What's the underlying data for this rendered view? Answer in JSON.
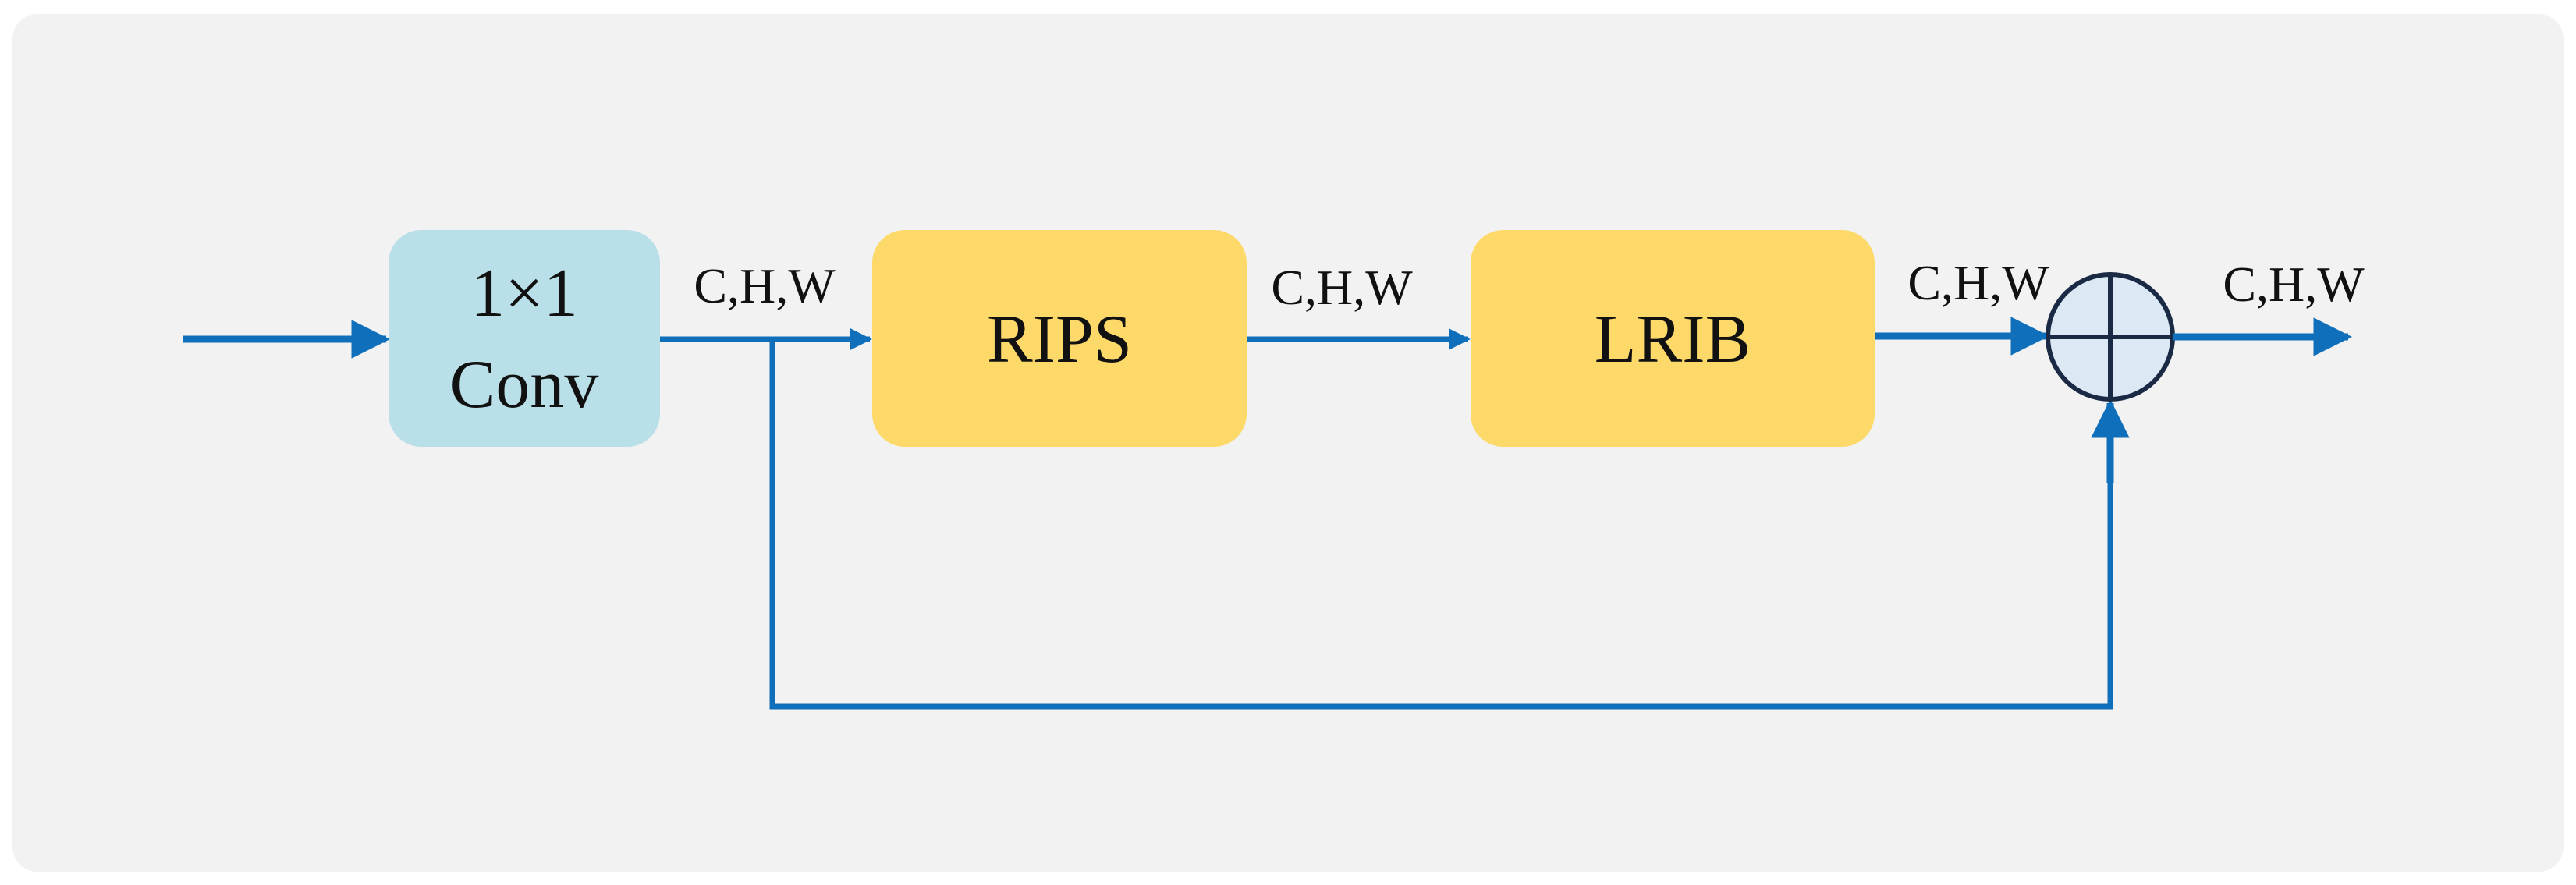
{
  "colors": {
    "panel": "#f2f2f3",
    "arrow": "#0f6fba",
    "conv_fill": "#b9dfe8",
    "block_fill": "#fdd96a",
    "adder_fill": "#dce9f5",
    "adder_stroke": "#1b2a44"
  },
  "blocks": {
    "conv": {
      "line1": "1×1",
      "line2": "Conv"
    },
    "rips": {
      "label": "RIPS"
    },
    "lrib": {
      "label": "LRIB"
    }
  },
  "dims": {
    "after_conv": "C,H,W",
    "after_rips": "C,H,W",
    "after_lrib": "C,H,W",
    "output": "C,H,W"
  },
  "adder": {
    "icon": "circle-plus-icon"
  }
}
